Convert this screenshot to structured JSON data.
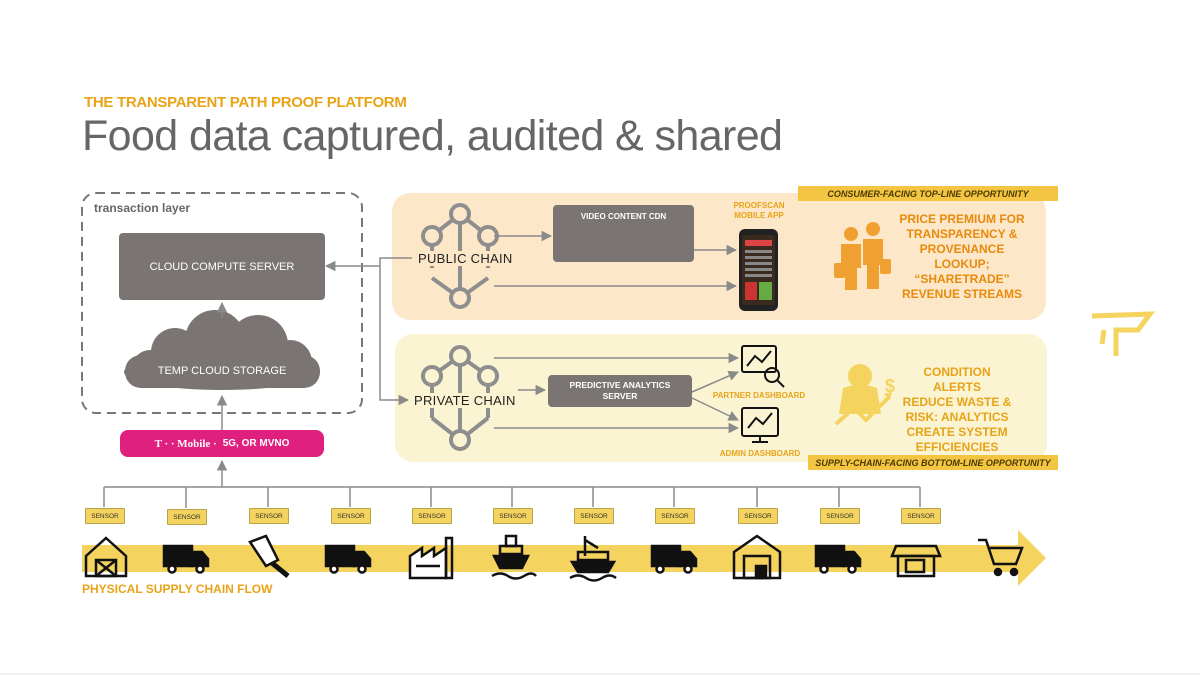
{
  "header": {
    "kicker": "THE TRANSPARENT PATH PROOF PLATFORM",
    "title": "Food data captured, audited & shared"
  },
  "transaction_layer": {
    "label": "transaction layer",
    "cloud_server": "CLOUD COMPUTE SERVER",
    "temp_storage": "TEMP CLOUD STORAGE"
  },
  "network": {
    "brand": "T · · Mobile ·",
    "label": "5G, OR MVNO",
    "color": "#E0207F"
  },
  "public_chain": {
    "label": "PUBLIC CHAIN",
    "cdn": "VIDEO CONTENT CDN",
    "app": "PROOFSCAN MOBILE APP",
    "tag": "CONSUMER-FACING TOP-LINE OPPORTUNITY",
    "benefit": [
      "PRICE PREMIUM FOR",
      "TRANSPARENCY &",
      "PROVENANCE",
      "LOOKUP;",
      "“SHARETRADE”",
      "REVENUE STREAMS"
    ]
  },
  "private_chain": {
    "label": "PRIVATE  CHAIN",
    "server": "PREDICTIVE ANALYTICS SERVER",
    "partner": "PARTNER DASHBOARD",
    "admin": "ADMIN DASHBOARD",
    "tag": "SUPPLY-CHAIN-FACING BOTTOM-LINE OPPORTUNITY",
    "benefit": [
      "CONDITION ALERTS",
      "REDUCE WASTE &",
      "RISK: ANALYTICS",
      "CREATE SYSTEM",
      "EFFICIENCIES"
    ]
  },
  "supply_chain": {
    "label": "PHYSICAL SUPPLY CHAIN FLOW",
    "sensor_label": "SENSOR",
    "stages": [
      "farm-barn-icon",
      "truck-icon",
      "butcher-knife-icon",
      "truck-icon",
      "factory-icon",
      "ship-icon",
      "cargo-ship-icon",
      "truck-icon",
      "warehouse-icon",
      "truck-icon",
      "store-icon",
      "shopping-cart-icon"
    ]
  },
  "colors": {
    "accent": "#E8A317",
    "flow_yellow": "#F4D35E",
    "grey_box": "#7A7573",
    "consumer_panel": "#FCE7C8",
    "supply_panel": "#FBF4D3",
    "benefit_orange": "#E88A0C"
  }
}
